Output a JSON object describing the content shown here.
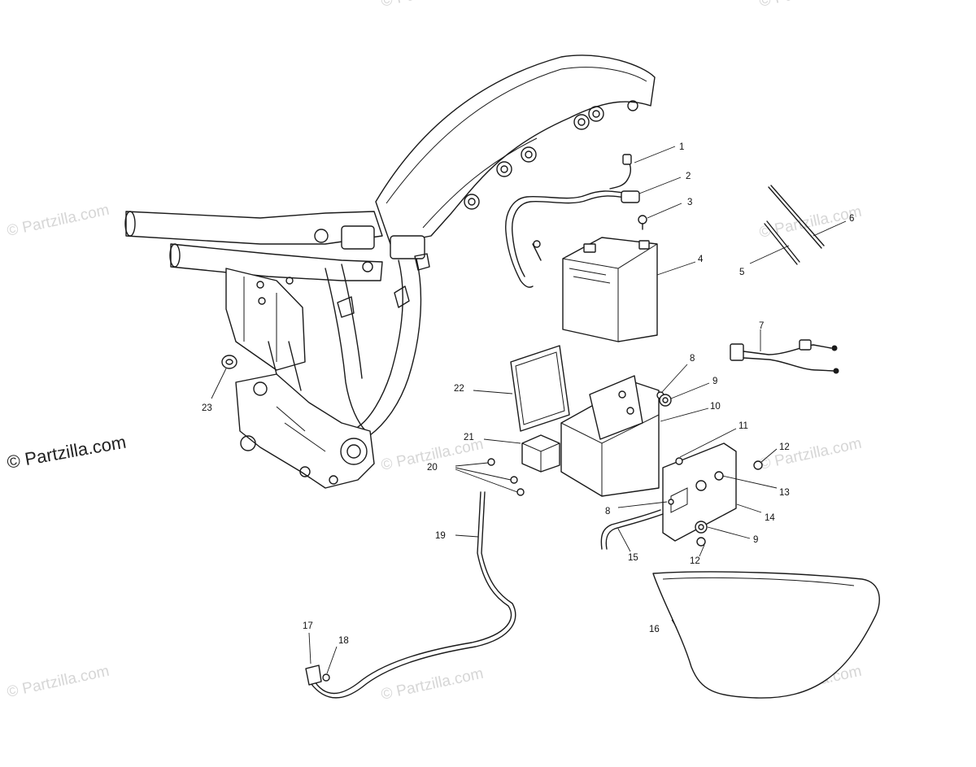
{
  "watermark": {
    "text": "© Partzilla.com",
    "color_light": "#d6d6d6",
    "color_dark": "#222222"
  },
  "callouts": [
    "1",
    "2",
    "3",
    "4",
    "5",
    "6",
    "7",
    "8",
    "9",
    "10",
    "11",
    "12",
    "13",
    "14",
    "15",
    "16",
    "17",
    "18",
    "19",
    "20",
    "21",
    "22",
    "23",
    "8",
    "9",
    "12"
  ]
}
